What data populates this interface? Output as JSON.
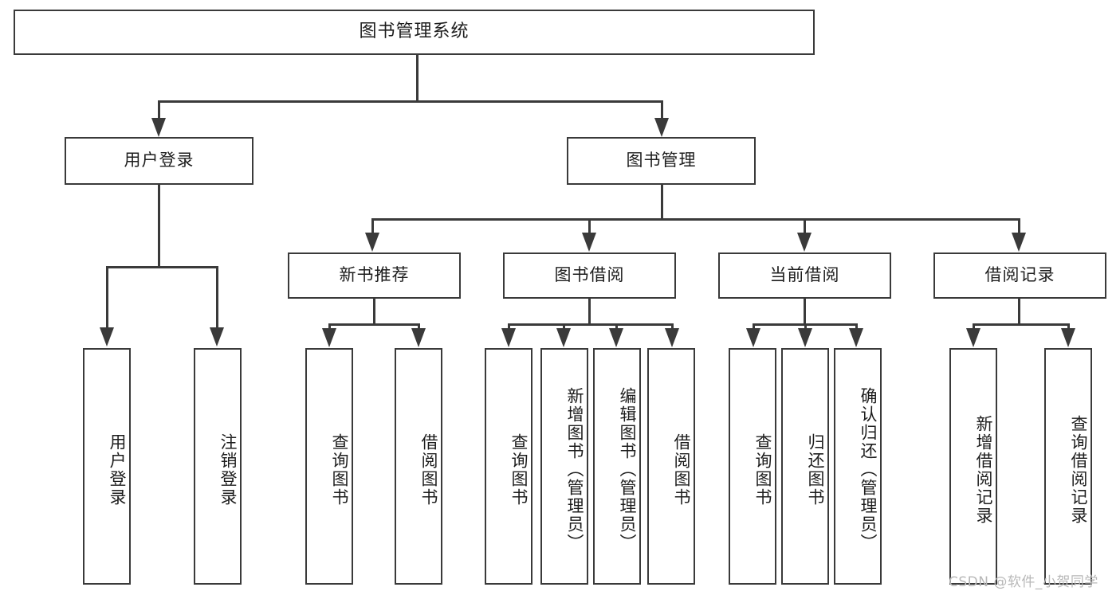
{
  "diagram": {
    "title": "图书管理系统",
    "type": "tree-hierarchy-chart",
    "root": {
      "label": "图书管理系统"
    },
    "level2": [
      {
        "label": "用户登录"
      },
      {
        "label": "图书管理"
      }
    ],
    "level3": [
      {
        "label": "新书推荐"
      },
      {
        "label": "图书借阅"
      },
      {
        "label": "当前借阅"
      },
      {
        "label": "借阅记录"
      }
    ],
    "leaves_user_login": [
      {
        "label": "用户登录"
      },
      {
        "label": "注销登录"
      }
    ],
    "leaves_new_book": [
      {
        "label": "查询图书"
      },
      {
        "label": "借阅图书"
      }
    ],
    "leaves_borrow": [
      {
        "label": "查询图书"
      },
      {
        "label": "新增图书（管理员）"
      },
      {
        "label": "编辑图书（管理员）"
      },
      {
        "label": "借阅图书"
      }
    ],
    "leaves_current": [
      {
        "label": "查询图书"
      },
      {
        "label": "归还图书"
      },
      {
        "label": "确认归还（管理员）"
      }
    ],
    "leaves_record": [
      {
        "label": "新增借阅记录"
      },
      {
        "label": "查询借阅记录"
      }
    ]
  },
  "watermark": {
    "text": "CSDN @软件_小贺同学"
  },
  "colors": {
    "stroke": "#3a3a3a",
    "fill": "#ffffff",
    "text": "#1d1d1d",
    "watermark": "#b8b8b8"
  }
}
